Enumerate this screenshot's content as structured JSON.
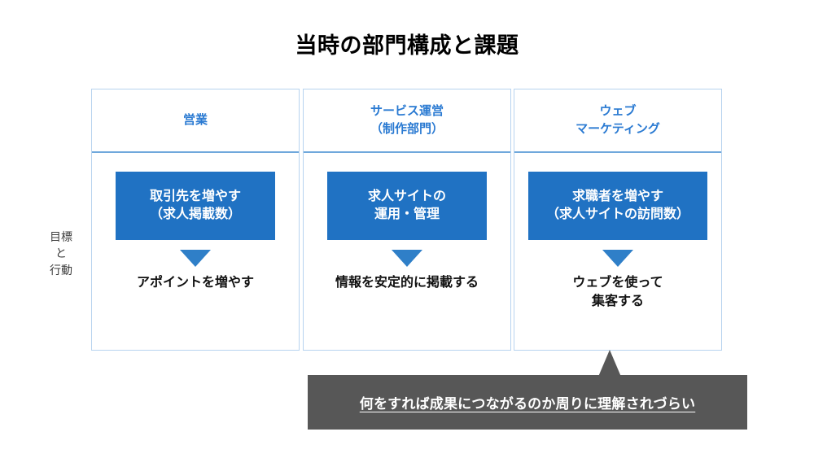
{
  "slide": {
    "title": "当時の部門構成と課題",
    "row_label_lines": [
      "目標",
      "と",
      "行動"
    ],
    "accent_blue": "#2072c3",
    "header_blue": "#2a7ad2",
    "border_blue": "#b7d3ef",
    "callout_gray": "#575757"
  },
  "columns": [
    {
      "header": "営業",
      "goal": "取引先を増やす\n（求人掲載数）",
      "arrow": "down-triangle",
      "action": "アポイントを増やす"
    },
    {
      "header": "サービス運営\n（制作部門）",
      "goal": "求人サイトの\n運用・管理",
      "arrow": "down-triangle",
      "action": "情報を安定的に掲載する"
    },
    {
      "header": "ウェブ\nマーケティング",
      "goal": "求職者を増やす\n（求人サイトの訪問数）",
      "arrow": "down-triangle",
      "action": "ウェブを使って\n集客する"
    }
  ],
  "callout": {
    "text": "何をすれば成果につながるのか周りに理解されづらい",
    "points_to_column": 3
  }
}
